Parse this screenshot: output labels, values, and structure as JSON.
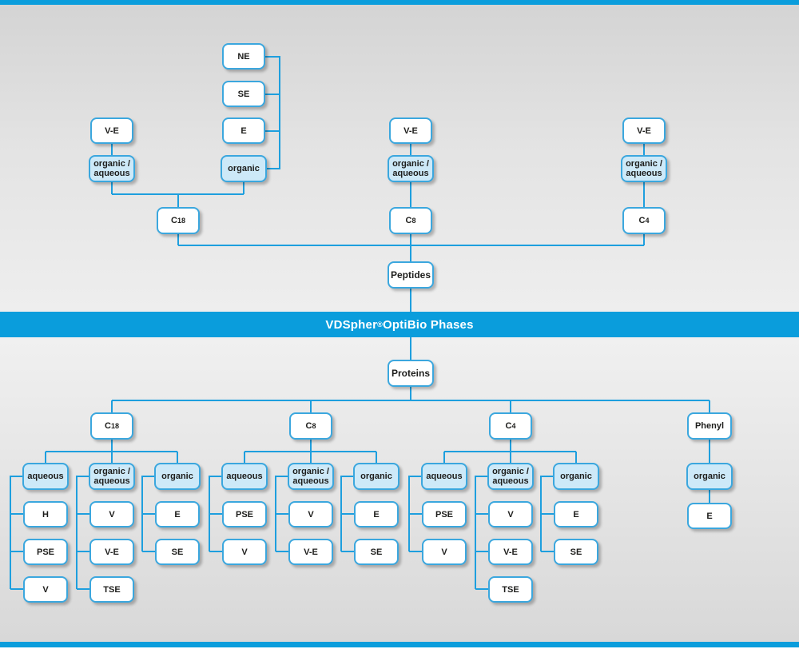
{
  "banner": {
    "brand": "VDSpher",
    "reg": "®",
    "rest": " OptiBio Phases"
  },
  "peptides_tree": {
    "root": "Peptides",
    "branches": [
      {
        "phase": "C18",
        "groups": [
          {
            "mode": "organic /\naqueous",
            "leaves": [
              "V-E"
            ]
          },
          {
            "mode": "organic",
            "leaves": [
              "E",
              "SE",
              "NE"
            ]
          }
        ]
      },
      {
        "phase": "C8",
        "groups": [
          {
            "mode": "organic /\naqueous",
            "leaves": [
              "V-E"
            ]
          }
        ]
      },
      {
        "phase": "C4",
        "groups": [
          {
            "mode": "organic /\naqueous",
            "leaves": [
              "V-E"
            ]
          }
        ]
      }
    ]
  },
  "proteins_tree": {
    "root": "Proteins",
    "branches": [
      {
        "phase": "C18",
        "groups": [
          {
            "mode": "aqueous",
            "leaves": [
              "H",
              "PSE",
              "V"
            ]
          },
          {
            "mode": "organic /\naqueous",
            "leaves": [
              "V",
              "V-E",
              "TSE"
            ]
          },
          {
            "mode": "organic",
            "leaves": [
              "E",
              "SE"
            ]
          }
        ]
      },
      {
        "phase": "C8",
        "groups": [
          {
            "mode": "aqueous",
            "leaves": [
              "PSE",
              "V"
            ]
          },
          {
            "mode": "organic /\naqueous",
            "leaves": [
              "V",
              "V-E"
            ]
          },
          {
            "mode": "organic",
            "leaves": [
              "E",
              "SE"
            ]
          }
        ]
      },
      {
        "phase": "C4",
        "groups": [
          {
            "mode": "aqueous",
            "leaves": [
              "PSE",
              "V"
            ]
          },
          {
            "mode": "organic /\naqueous",
            "leaves": [
              "V",
              "V-E",
              "TSE"
            ]
          },
          {
            "mode": "organic",
            "leaves": [
              "E",
              "SE"
            ]
          }
        ]
      },
      {
        "phase": "Phenyl",
        "groups": [
          {
            "mode": "organic",
            "leaves": [
              "E"
            ]
          }
        ]
      }
    ]
  },
  "colors": {
    "accent_blue": "#0a9ddc",
    "line_blue": "#1e9fde",
    "box_border_blue": "#3ba7de",
    "light_box_fill": "#cde9f8"
  }
}
